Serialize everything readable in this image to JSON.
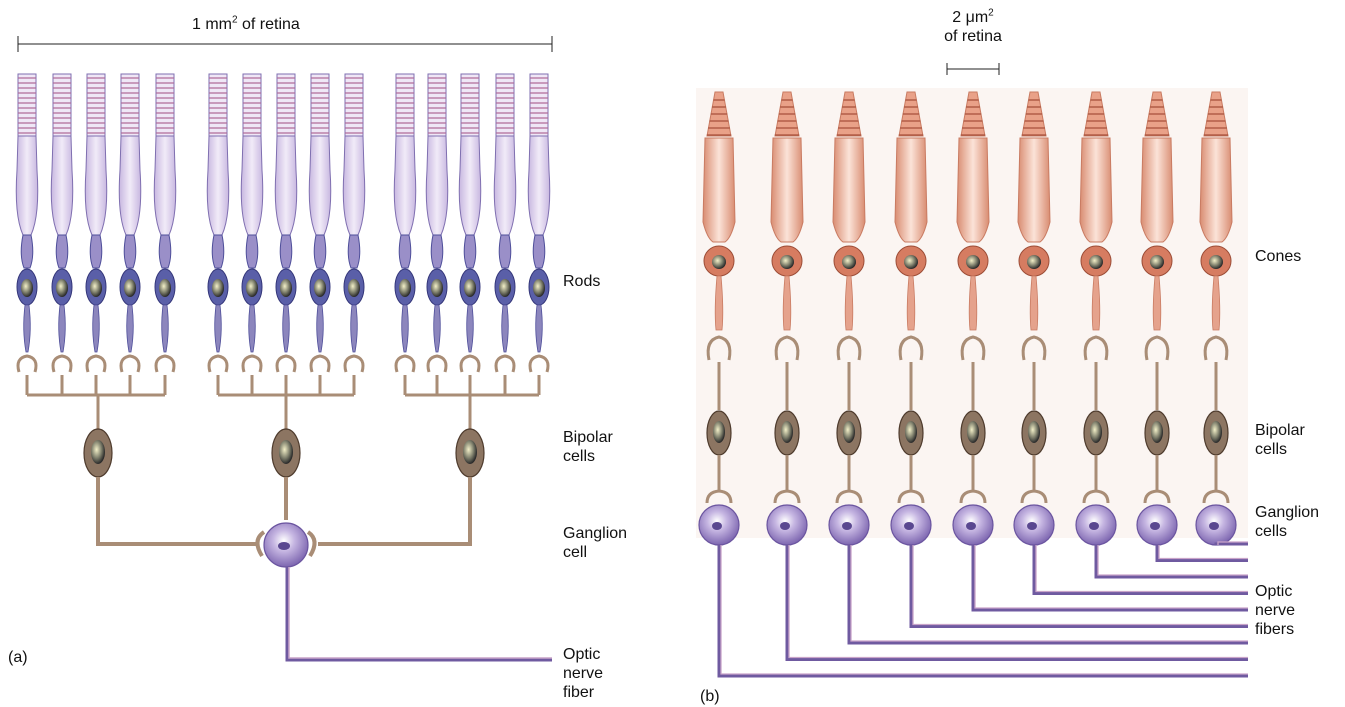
{
  "panel_a": {
    "scale_text": "1 mm",
    "scale_sup": "2",
    "scale_suffix": " of retina",
    "rods_label": "Rods",
    "bipolar_label": [
      "Bipolar",
      "cells"
    ],
    "ganglion_label": [
      "Ganglion",
      "cell"
    ],
    "optic_label": [
      "Optic",
      "nerve",
      "fiber"
    ],
    "panel_tag": "(a)"
  },
  "panel_b": {
    "scale_text": "2 μm",
    "scale_sup": "2",
    "scale_line2": "of retina",
    "cones_label": "Cones",
    "bipolar_label": [
      "Bipolar",
      "cells"
    ],
    "ganglion_label": [
      "Ganglion",
      "cells"
    ],
    "optic_label": [
      "Optic",
      "nerve",
      "fibers"
    ],
    "panel_tag": "(b)"
  },
  "colors": {
    "rod_fill": "#e3d7ee",
    "rod_stroke": "#7f6fb0",
    "rod_dark": "#4f4f9a",
    "cone_fill": "#f2c4b1",
    "cone_stroke": "#c97b62",
    "bipolar": "#7a5f4c",
    "connector": "#a98d76",
    "ganglion": "#a38bc9",
    "fiber": "#c9a4c9",
    "fiber_dark": "#6f5aa0"
  }
}
